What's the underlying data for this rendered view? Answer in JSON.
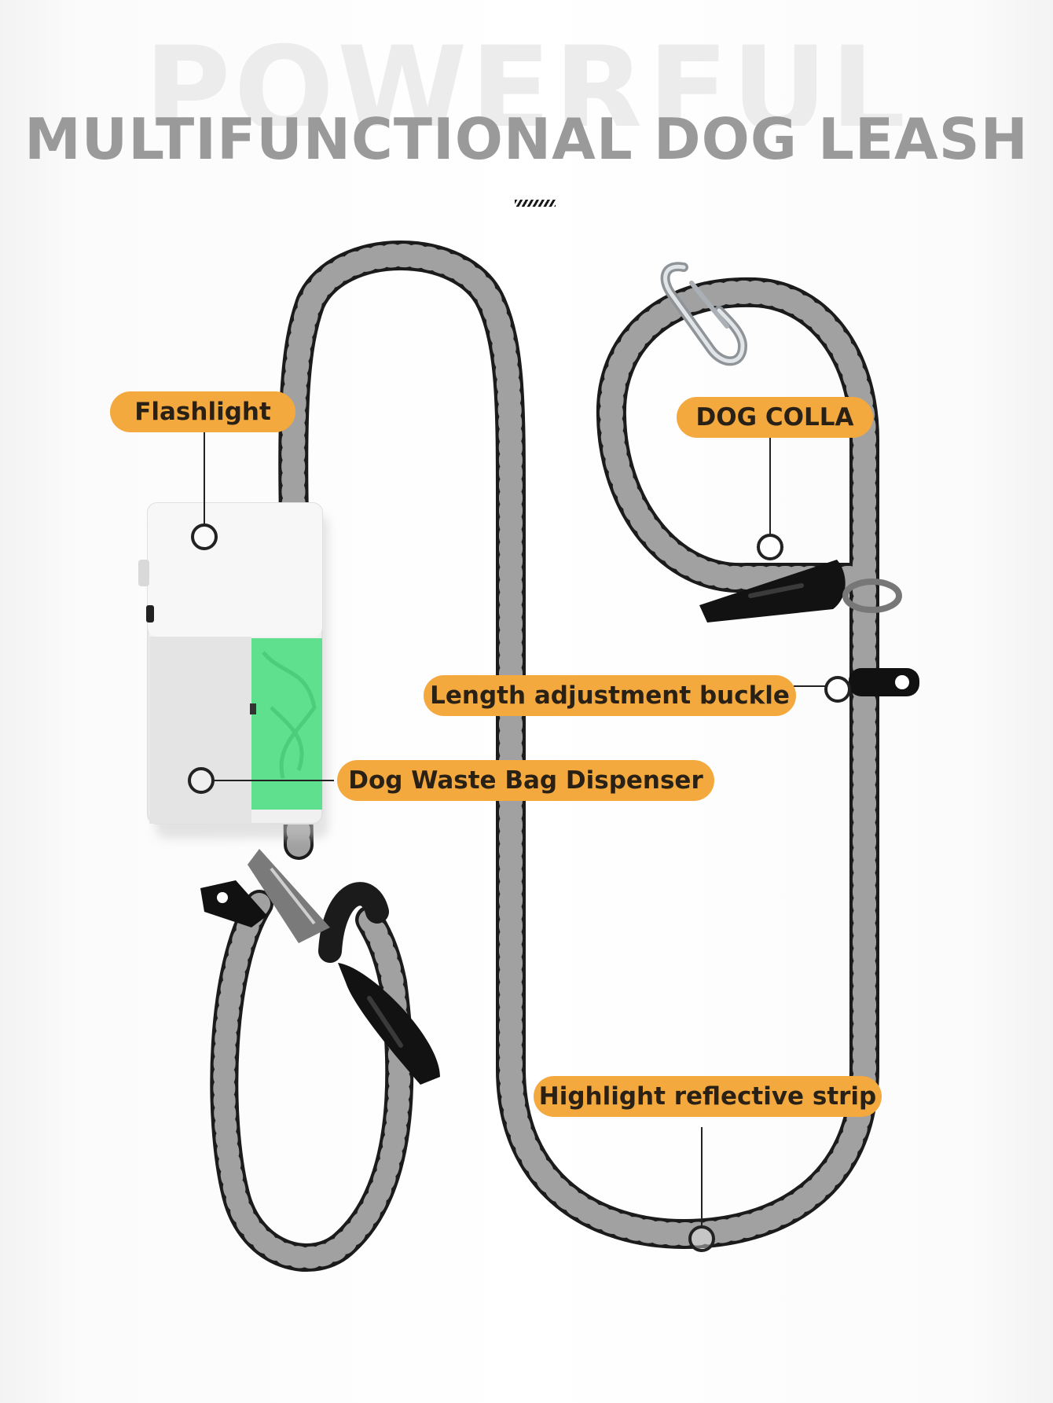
{
  "header": {
    "watermark": "POWERFUL",
    "title": "MULTIFUNCTIONAL DOG LEASH"
  },
  "callouts": {
    "flashlight": "Flashlight",
    "dog_collar": "DOG COLLA",
    "length_buckle": "Length adjustment buckle",
    "bag_dispenser": "Dog Waste Bag Dispenser",
    "reflective_strip": "Highlight reflective strip"
  },
  "colors": {
    "label_background": "#f3a93e",
    "label_text": "#2a2116",
    "title": "#9a9a9a",
    "leash": "#1b1b1b",
    "reflective": "#b8b8b8",
    "bag_green": "#5fe08f",
    "dispenser": "#f0f0f0"
  },
  "icons": [
    "carabiner-icon",
    "dispenser-icon",
    "buckle-icon",
    "leash-clip-icon"
  ]
}
